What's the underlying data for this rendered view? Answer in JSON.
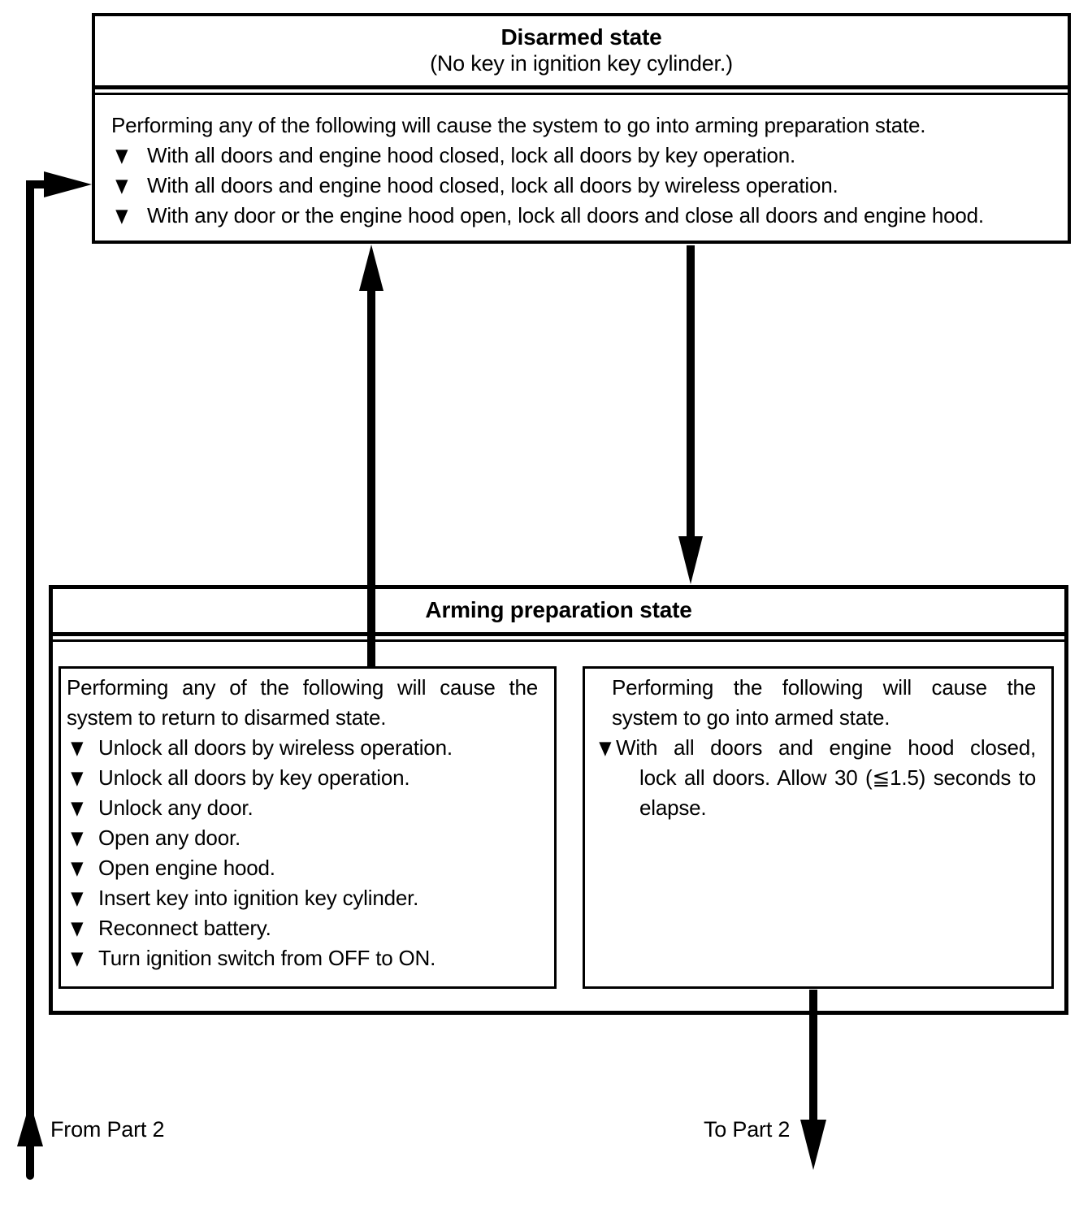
{
  "disarmed": {
    "title": "Disarmed state",
    "subtitle": "(No key in ignition key cylinder.)",
    "intro": "Performing any of the following will cause the system to go into arming preparation state.",
    "bullets": [
      "With all doors and engine hood closed, lock all doors by key operation.",
      "With all doors and engine hood closed, lock all doors by wireless operation.",
      "With any door or the engine hood open, lock all doors and close all doors and engine hood."
    ]
  },
  "arming": {
    "title": "Arming preparation state",
    "disarm_panel": {
      "intro_line1": "Performing any of the following will cause the",
      "intro_line2": "system to return to disarmed state.",
      "bullets": [
        "Unlock all doors by wireless operation.",
        "Unlock all doors by key operation.",
        "Unlock any door.",
        "Open any door.",
        "Open engine hood.",
        "Insert key into ignition key cylinder.",
        "Reconnect battery.",
        "Turn ignition switch from OFF to ON."
      ]
    },
    "armed_panel": {
      "intro_line1": "Performing the following will cause the",
      "intro_line2": "system to go into armed state.",
      "bullet_line1": "With all doors and engine hood closed,",
      "bullet_line2": "lock all doors. Allow 30 (≦1.5) seconds to",
      "bullet_line3": "elapse."
    }
  },
  "labels": {
    "from_part2": "From Part 2",
    "to_part2": "To Part 2"
  },
  "icons": {
    "bullet": "▼"
  },
  "colors": {
    "line": "#000000",
    "background": "#ffffff"
  }
}
